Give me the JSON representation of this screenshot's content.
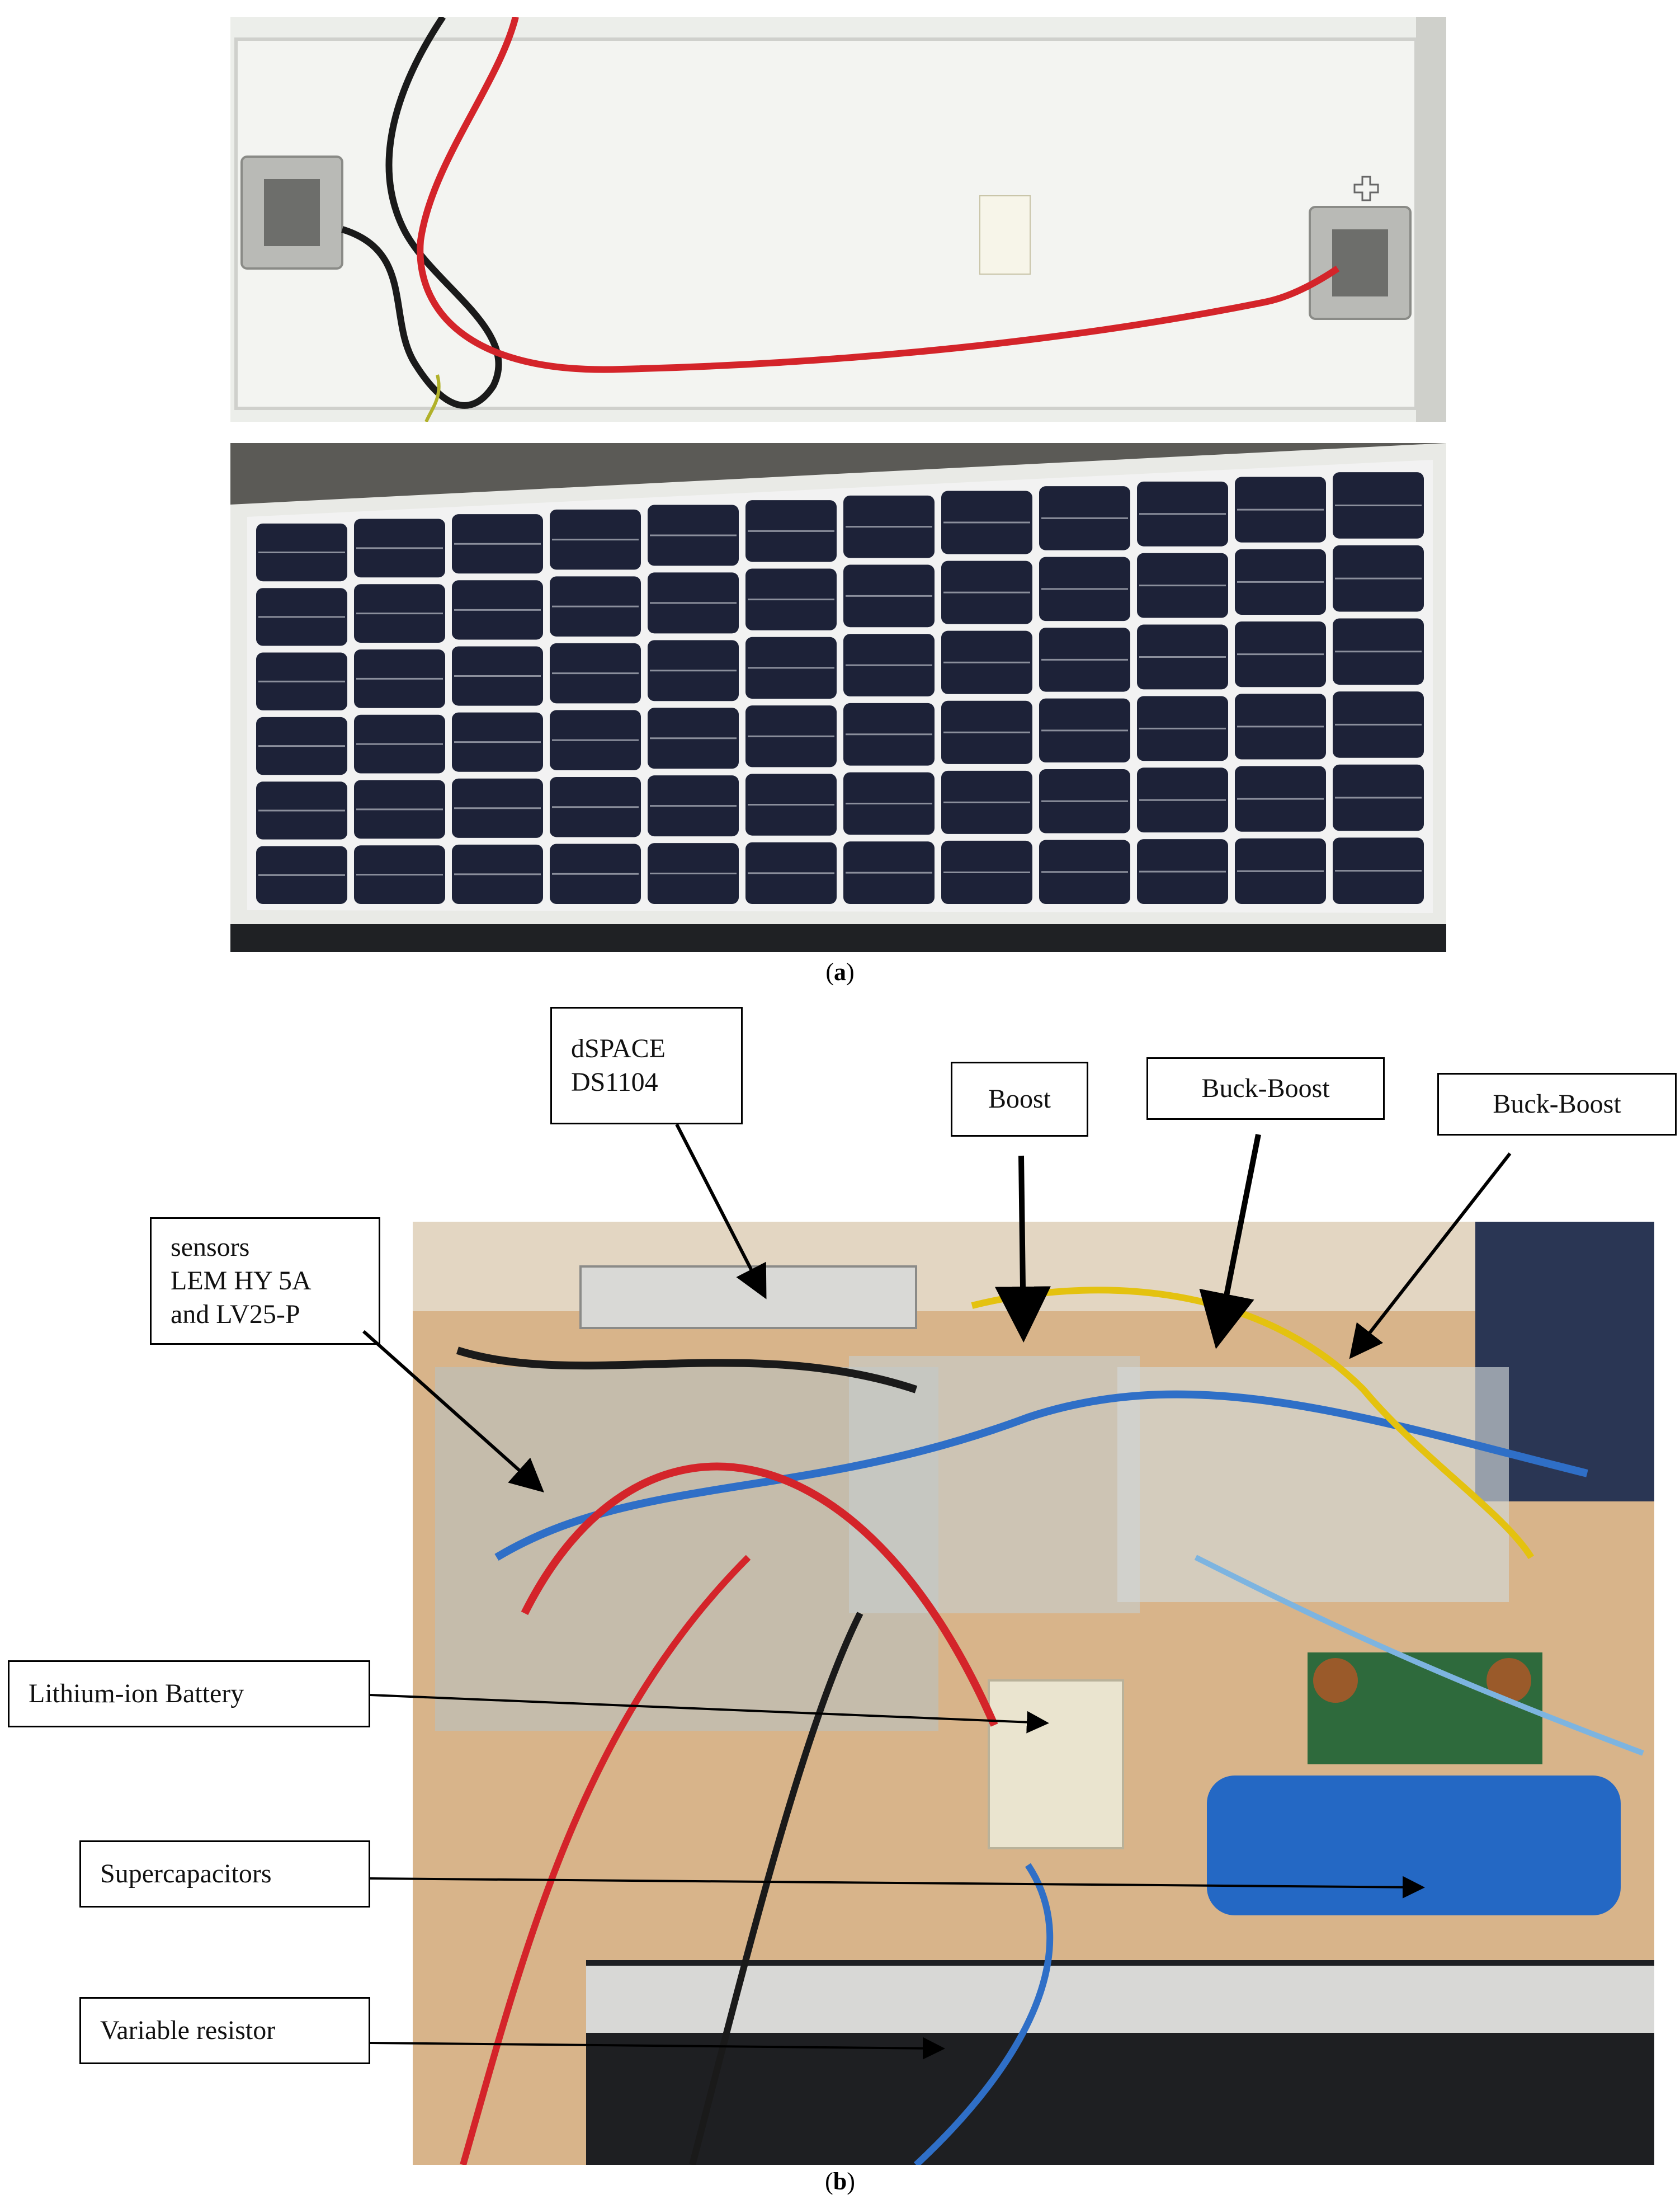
{
  "figure": {
    "panel_a": {
      "label_letter": "a"
    },
    "panel_b": {
      "label_letter": "b"
    }
  },
  "callouts": {
    "dspace": "dSPACE\nDS1104",
    "boost": "Boost",
    "buck_boost_1": "Buck-Boost",
    "buck_boost_2": "Buck-Boost",
    "sensors": "sensors\nLEM HY 5A\nand LV25-P",
    "battery": "Lithium-ion Battery",
    "supercapacitors": "Supercapacitors",
    "variable_resistor": "Variable resistor"
  },
  "colors": {
    "panel_back": "#e8e9e6",
    "frame": "#c9cac6",
    "cell": "#1d2238",
    "cell_gap": "#f2f2f2",
    "wire_red": "#d4242a",
    "wire_black": "#1a1a1a",
    "table": "#d8b48a",
    "supercap_blue": "#2468c4"
  }
}
